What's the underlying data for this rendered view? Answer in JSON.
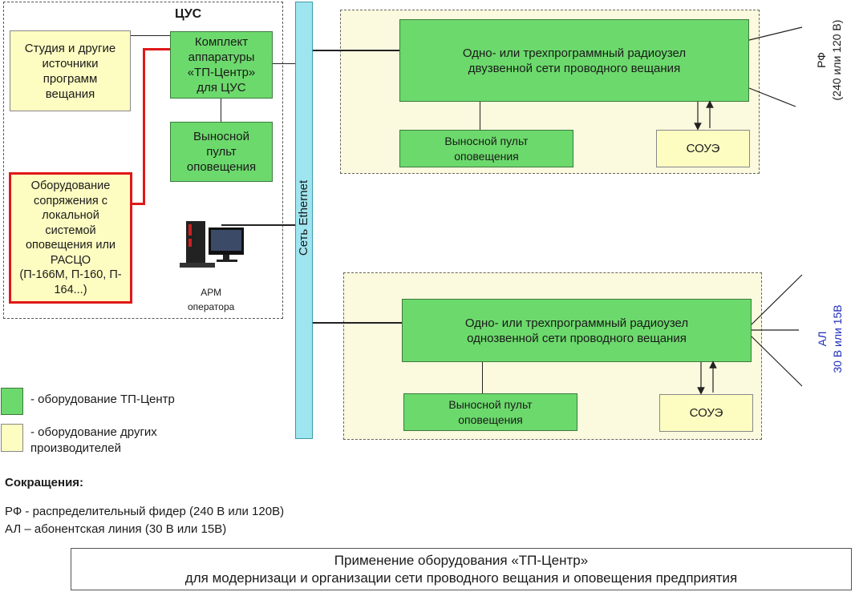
{
  "cus": {
    "title": "ЦУС",
    "studio": "Студия  и другие\nисточники\nпрограмм\nвещания",
    "kit": "Комплект\nаппаратуры\n«ТП-Центр»\nдля ЦУС",
    "remote": "Выносной\nпульт\nоповещения",
    "interface": "Оборудование\nсопряжения с\nлокальной\nсистемой\nоповещения или\nРАСЦО\n(П-166М, П-160, П-\n164...)",
    "arm": "АРМ\nоператора"
  },
  "ethernet": {
    "label": "Сеть Ethernet"
  },
  "node_top": {
    "radio": "Одно- или трехпрограммный радиоузел\nдвузвенной сети проводного вещания",
    "remote": "Выносной пульт\nоповещения",
    "soue": "СОУЭ",
    "side_label": "РФ\n(240 или 120 В)"
  },
  "node_bottom": {
    "radio": "Одно- или трехпрограммный радиоузел\nоднозвенной сети проводного вещания",
    "remote": "Выносной пульт\nоповещения",
    "soue": "СОУЭ",
    "side_label": "АЛ\n30 В или 15В"
  },
  "legend": {
    "green": "- оборудование ТП-Центр",
    "yellow": " - оборудование других\nпроизводителей"
  },
  "abbreviations": {
    "title": "Сокращения:",
    "rf": "РФ - распределительный фидер (240 В или 120В)",
    "al": "АЛ – абонентская линия (30 В или 15В)"
  },
  "caption": {
    "line1": "Применение оборудования «ТП-Центр»",
    "line2": "для модернизаци и организации сети проводного вещания и оповещения предприятия"
  },
  "colors": {
    "tp_center": "#6cd96c",
    "other_vendors": "#fdfdc2",
    "ethernet_bus": "#9fe5f0",
    "alarm_line": "#e01818",
    "side_label_bottom": "#1f2dbd"
  }
}
